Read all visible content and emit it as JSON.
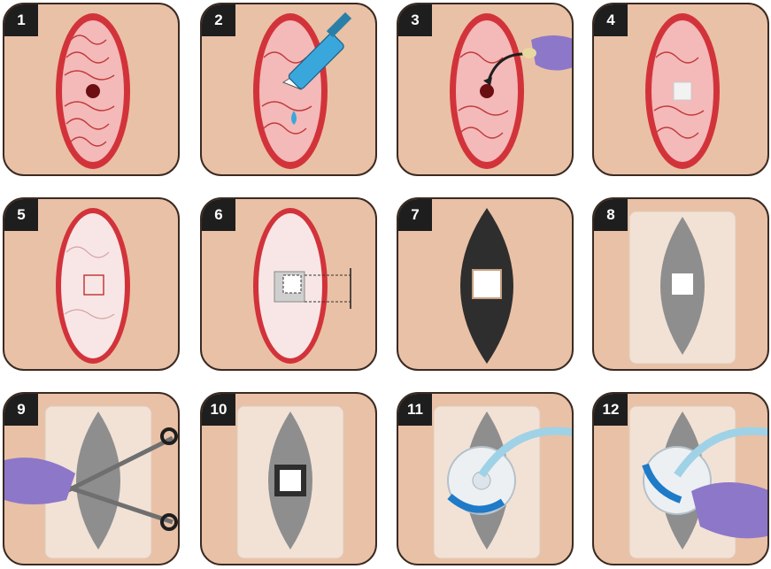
{
  "steps": [
    {
      "number": "1"
    },
    {
      "number": "2"
    },
    {
      "number": "3"
    },
    {
      "number": "4"
    },
    {
      "number": "5"
    },
    {
      "number": "6"
    },
    {
      "number": "7"
    },
    {
      "number": "8"
    },
    {
      "number": "9"
    },
    {
      "number": "10"
    },
    {
      "number": "11"
    },
    {
      "number": "12"
    }
  ],
  "colors": {
    "skin": "#e9c1a6",
    "skin_shadow": "#d49c7c",
    "wound_red": "#d2333a",
    "tissue_pink": "#f4b9b9",
    "black_foam": "#2e2e2e",
    "grey_foam": "#8e8e8e",
    "glove_purple": "#8d77c9",
    "syringe_blue": "#3aa7dc",
    "badge": "#1e1e1e"
  }
}
